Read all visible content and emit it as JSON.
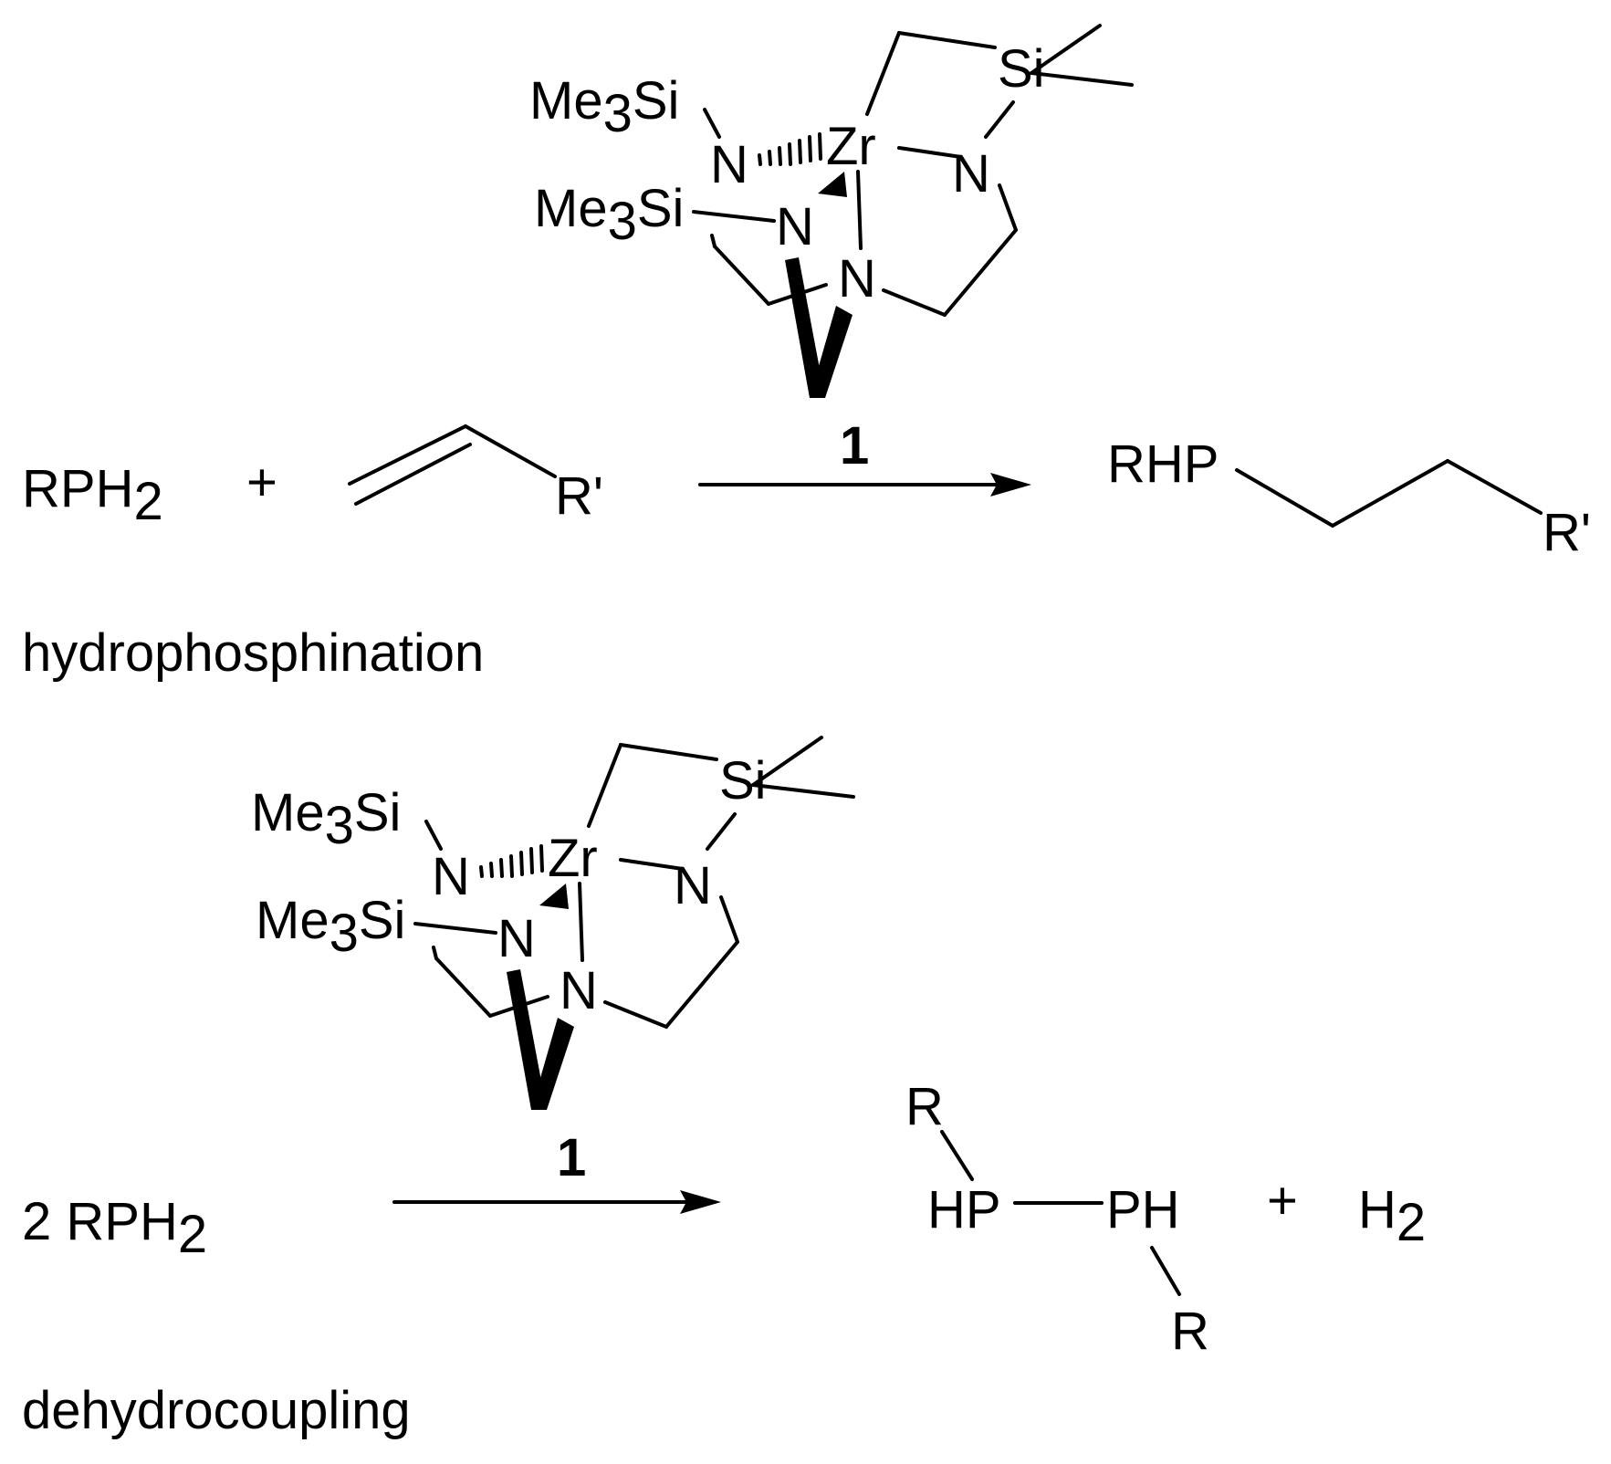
{
  "labels": {
    "me3si": "Me",
    "sub3": "3",
    "si": "Si",
    "n": "N",
    "zr": "Zr",
    "catalyst_number": "1"
  },
  "reaction1": {
    "reactant1_main": "RPH",
    "reactant1_sub": "2",
    "plus": "+",
    "alkene_substituent": "R'",
    "product_group": "RHP",
    "product_substituent": "R'",
    "name": "hydrophosphination"
  },
  "reaction2": {
    "reactant_main": "2 RPH",
    "reactant_sub": "2",
    "product_r": "R",
    "product_hp": "HP",
    "product_ph": "PH",
    "plus": "+",
    "h2_main": "H",
    "h2_sub": "2",
    "name": "dehydrocoupling"
  }
}
